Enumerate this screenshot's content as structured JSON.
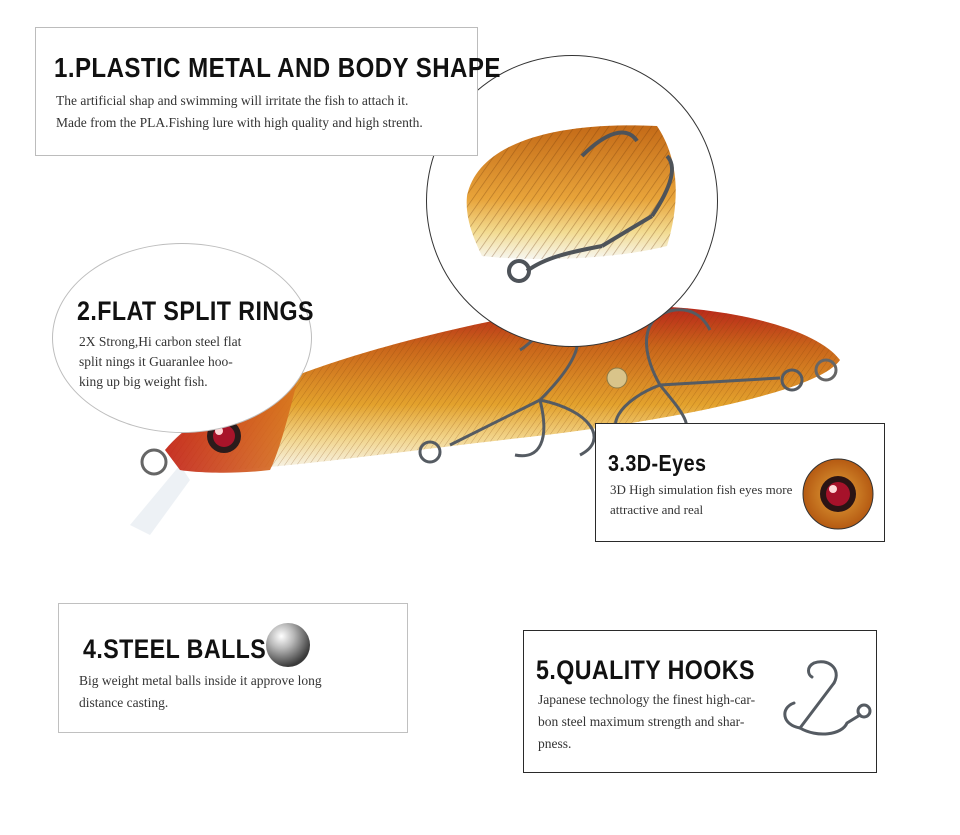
{
  "features": {
    "f1": {
      "heading": "1.PLASTIC METAL AND BODY SHAPE",
      "line1": "The artificial shap and swimming will irritate the fish to attach it.",
      "line2": "Made from the PLA.Fishing lure with high quality and high strenth."
    },
    "f2": {
      "heading": "2.FLAT SPLIT RINGS",
      "line1": "2X Strong,Hi carbon steel flat",
      "line2": "split nings it Guaranlee hoo-",
      "line3": "king up big weight fish."
    },
    "f3": {
      "heading": "3.3D-Eyes",
      "line1": "3D High simulation fish eyes more",
      "line2": "attractive and real"
    },
    "f4": {
      "heading": "4.STEEL BALLS",
      "line1": "Big weight metal balls inside it approve long",
      "line2": "distance casting."
    },
    "f5": {
      "heading": "5.QUALITY HOOKS",
      "line1": "Japanese technology the finest high-car-",
      "line2": "bon steel maximum strength and shar-",
      "line3": "pness."
    }
  },
  "icons": {
    "lure": "fishing-lure-image",
    "zoom": "lure-closeup-image",
    "eye": "fish-eye-closeup",
    "ball": "steel-ball",
    "hook": "treble-hook"
  },
  "colors": {
    "body_gold": "#d98a1e",
    "body_red": "#b8241a",
    "belly": "#f4f1e6",
    "hook_metal": "#555b62"
  }
}
